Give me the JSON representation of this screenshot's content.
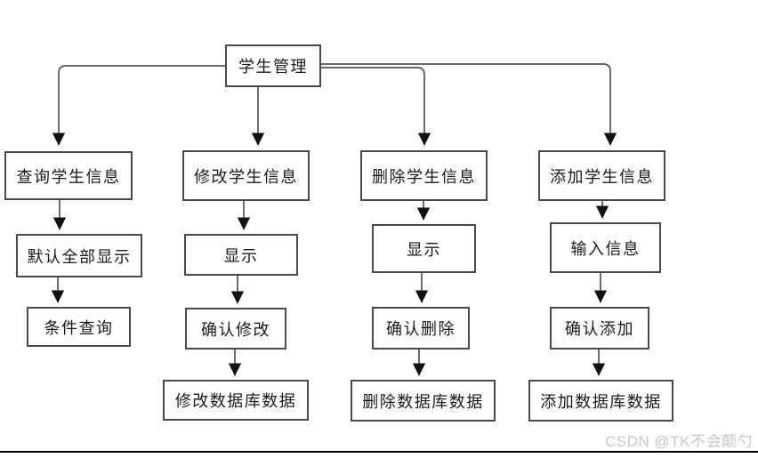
{
  "diagram": {
    "root_label": "学生管理",
    "branches": [
      {
        "header": "查询学生信息",
        "steps": [
          "默认全部显示",
          "条件查询"
        ]
      },
      {
        "header": "修改学生信息",
        "steps": [
          "显示",
          "确认修改",
          "修改数据库数据"
        ]
      },
      {
        "header": "删除学生信息",
        "steps": [
          "显示",
          "确认删除",
          "删除数据库数据"
        ]
      },
      {
        "header": "添加学生信息",
        "steps": [
          "输入信息",
          "确认添加",
          "添加数据库数据"
        ]
      }
    ]
  },
  "watermark": {
    "text": "CSDN @TK不会颠勺",
    "color": "#c8c8c8"
  },
  "colors": {
    "box_border": "#4a4a4a",
    "connector_line": "#555555",
    "arrow_fill": "#111111",
    "text": "#1a1a1a",
    "bottom_rule": "#000000"
  }
}
